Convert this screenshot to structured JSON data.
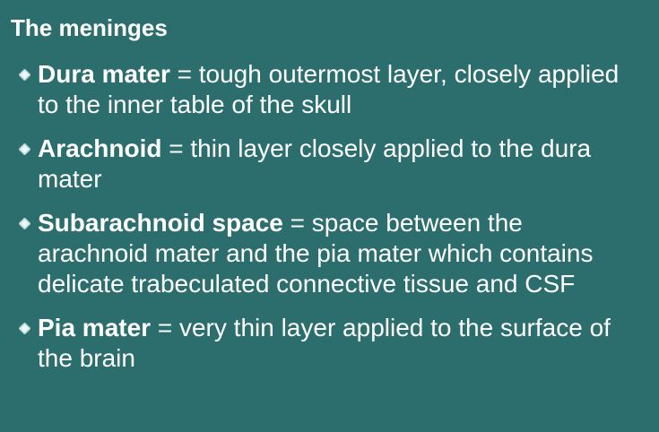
{
  "colors": {
    "background": "#2c6e6e",
    "text": "#ffffff",
    "bullet": "#cfe3e3"
  },
  "slide": {
    "title": "The meninges",
    "bullets": [
      {
        "term": "Dura mater",
        "definition": " = tough outermost layer, closely applied to the inner table of the skull"
      },
      {
        "term": "Arachnoid",
        "definition": " = thin layer closely applied to the dura mater"
      },
      {
        "term": "Subarachnoid space",
        "definition": " = space between the arachnoid mater and the pia mater which contains delicate trabeculated connective tissue and CSF"
      },
      {
        "term": "Pia mater",
        "definition": " = very thin layer applied to the surface of the brain"
      }
    ]
  }
}
